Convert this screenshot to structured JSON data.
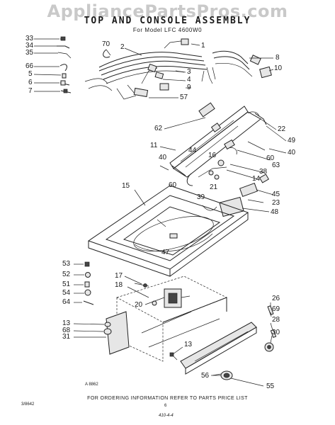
{
  "header": {
    "watermark": "AppliancePartsPros.com",
    "title": "TOP AND CONSOLE ASSEMBLY",
    "model": "For Model LFC 4600W0"
  },
  "callouts": {
    "c1": "1",
    "c2": "2",
    "c3": "3",
    "c4": "4",
    "c5": "5",
    "c6": "6",
    "c7": "7",
    "c8": "8",
    "c9": "9",
    "c10": "10",
    "c11": "11",
    "c13a": "13",
    "c13b": "13",
    "c14": "14",
    "c15": "15",
    "c16": "16",
    "c17": "17",
    "c18": "18",
    "c20": "20",
    "c21": "21",
    "c22": "22",
    "c23": "23",
    "c26": "26",
    "c28": "28",
    "c30": "30",
    "c31": "31",
    "c33": "33",
    "c34": "34",
    "c35": "35",
    "c38": "38",
    "c39": "39",
    "c40a": "40",
    "c40b": "40",
    "c44": "44",
    "c45": "45",
    "c47": "47",
    "c48": "48",
    "c49": "49",
    "c51": "51",
    "c52": "52",
    "c53": "53",
    "c54": "54",
    "c55": "55",
    "c56": "56",
    "c57": "57",
    "c60a": "60",
    "c60b": "60",
    "c62": "62",
    "c63": "63",
    "c64": "64",
    "c66": "66",
    "c68": "68",
    "c69": "69",
    "c70": "70"
  },
  "notes": {
    "drawing_id": "A 8862",
    "side_code": "3/8642",
    "page_mark": "410-4-4",
    "footer": "FOR ORDERING INFORMATION REFER TO PARTS PRICE LIST",
    "page_number": "6"
  }
}
